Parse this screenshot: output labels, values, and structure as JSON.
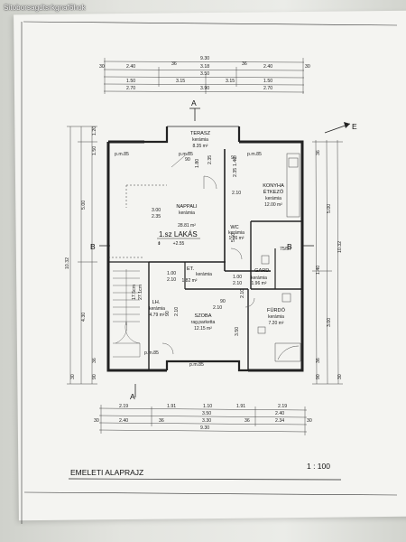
{
  "watermark": "Sitoborsagdtsrkgnaf6hok",
  "title": "EMELETI ALAPRAJZ",
  "scale": "1 : 100",
  "unit_label": "1.sz LAKÁS",
  "unit_level": "+2.55",
  "section_marks": [
    "A",
    "A",
    "B",
    "B"
  ],
  "rooms": [
    {
      "name": "TERASZ",
      "material": "kerámia",
      "area": "8.35 m²"
    },
    {
      "name": "KONYHA",
      "name2": "ÉTKEZŐ",
      "material": "kerámia",
      "area": "12.00 m²"
    },
    {
      "name": "NAPPALI",
      "material": "kerámia",
      "area": "28.81 m²"
    },
    {
      "name": "WC",
      "material": "kerámia",
      "area": "1.26 m²"
    },
    {
      "name": "ET.",
      "material": "kerámia",
      "area": "1.82 m²"
    },
    {
      "name": "GARD.",
      "material": "kerámia",
      "area": "1.96 m²"
    },
    {
      "name": "LH.",
      "material": "kerámia",
      "area": "4.79 m²"
    },
    {
      "name": "SZOBA",
      "material": "rag.parketta",
      "area": "12.15 m²"
    },
    {
      "name": "FÜRDŐ",
      "material": "kerámia",
      "area": "7.20 m²"
    }
  ],
  "dims_top": [
    "9.30",
    "2.40",
    "3.18",
    "2.40",
    "36",
    "36",
    "30",
    "30",
    "1.50",
    "3.50",
    "1.50",
    "3.15",
    "3.15",
    "2.70",
    "3.90",
    "2.70"
  ],
  "dims_bottom": [
    "2.19",
    "1.91",
    "1.10",
    "1.91",
    "2.19",
    "2.40",
    "3.50",
    "2.40",
    "3.30",
    "2.34",
    "9.30",
    "30",
    "36",
    "36",
    "30"
  ],
  "dims_left": [
    "1.20",
    "1.50",
    "5.00",
    "10.32",
    "4.30",
    "36",
    "90",
    "30"
  ],
  "dims_right": [
    "36",
    "5.00",
    "1.40",
    "10.32",
    "3.00",
    "36",
    "90",
    "30"
  ],
  "dims_inner": [
    "p.m.85",
    "90",
    "1.80",
    "2.35",
    "1.40",
    "2.35",
    "90",
    "2.10",
    "3.00",
    "2.35",
    "5.10",
    "1.00",
    "2.10",
    "17.5cm",
    "27.1cm",
    "2.10",
    "90",
    "3.50",
    "2.10",
    "p.m.85",
    "p.m.85",
    "p.m.85",
    "p.m.85",
    "75/57",
    "2.10",
    "90",
    "1.00",
    "2.10"
  ]
}
